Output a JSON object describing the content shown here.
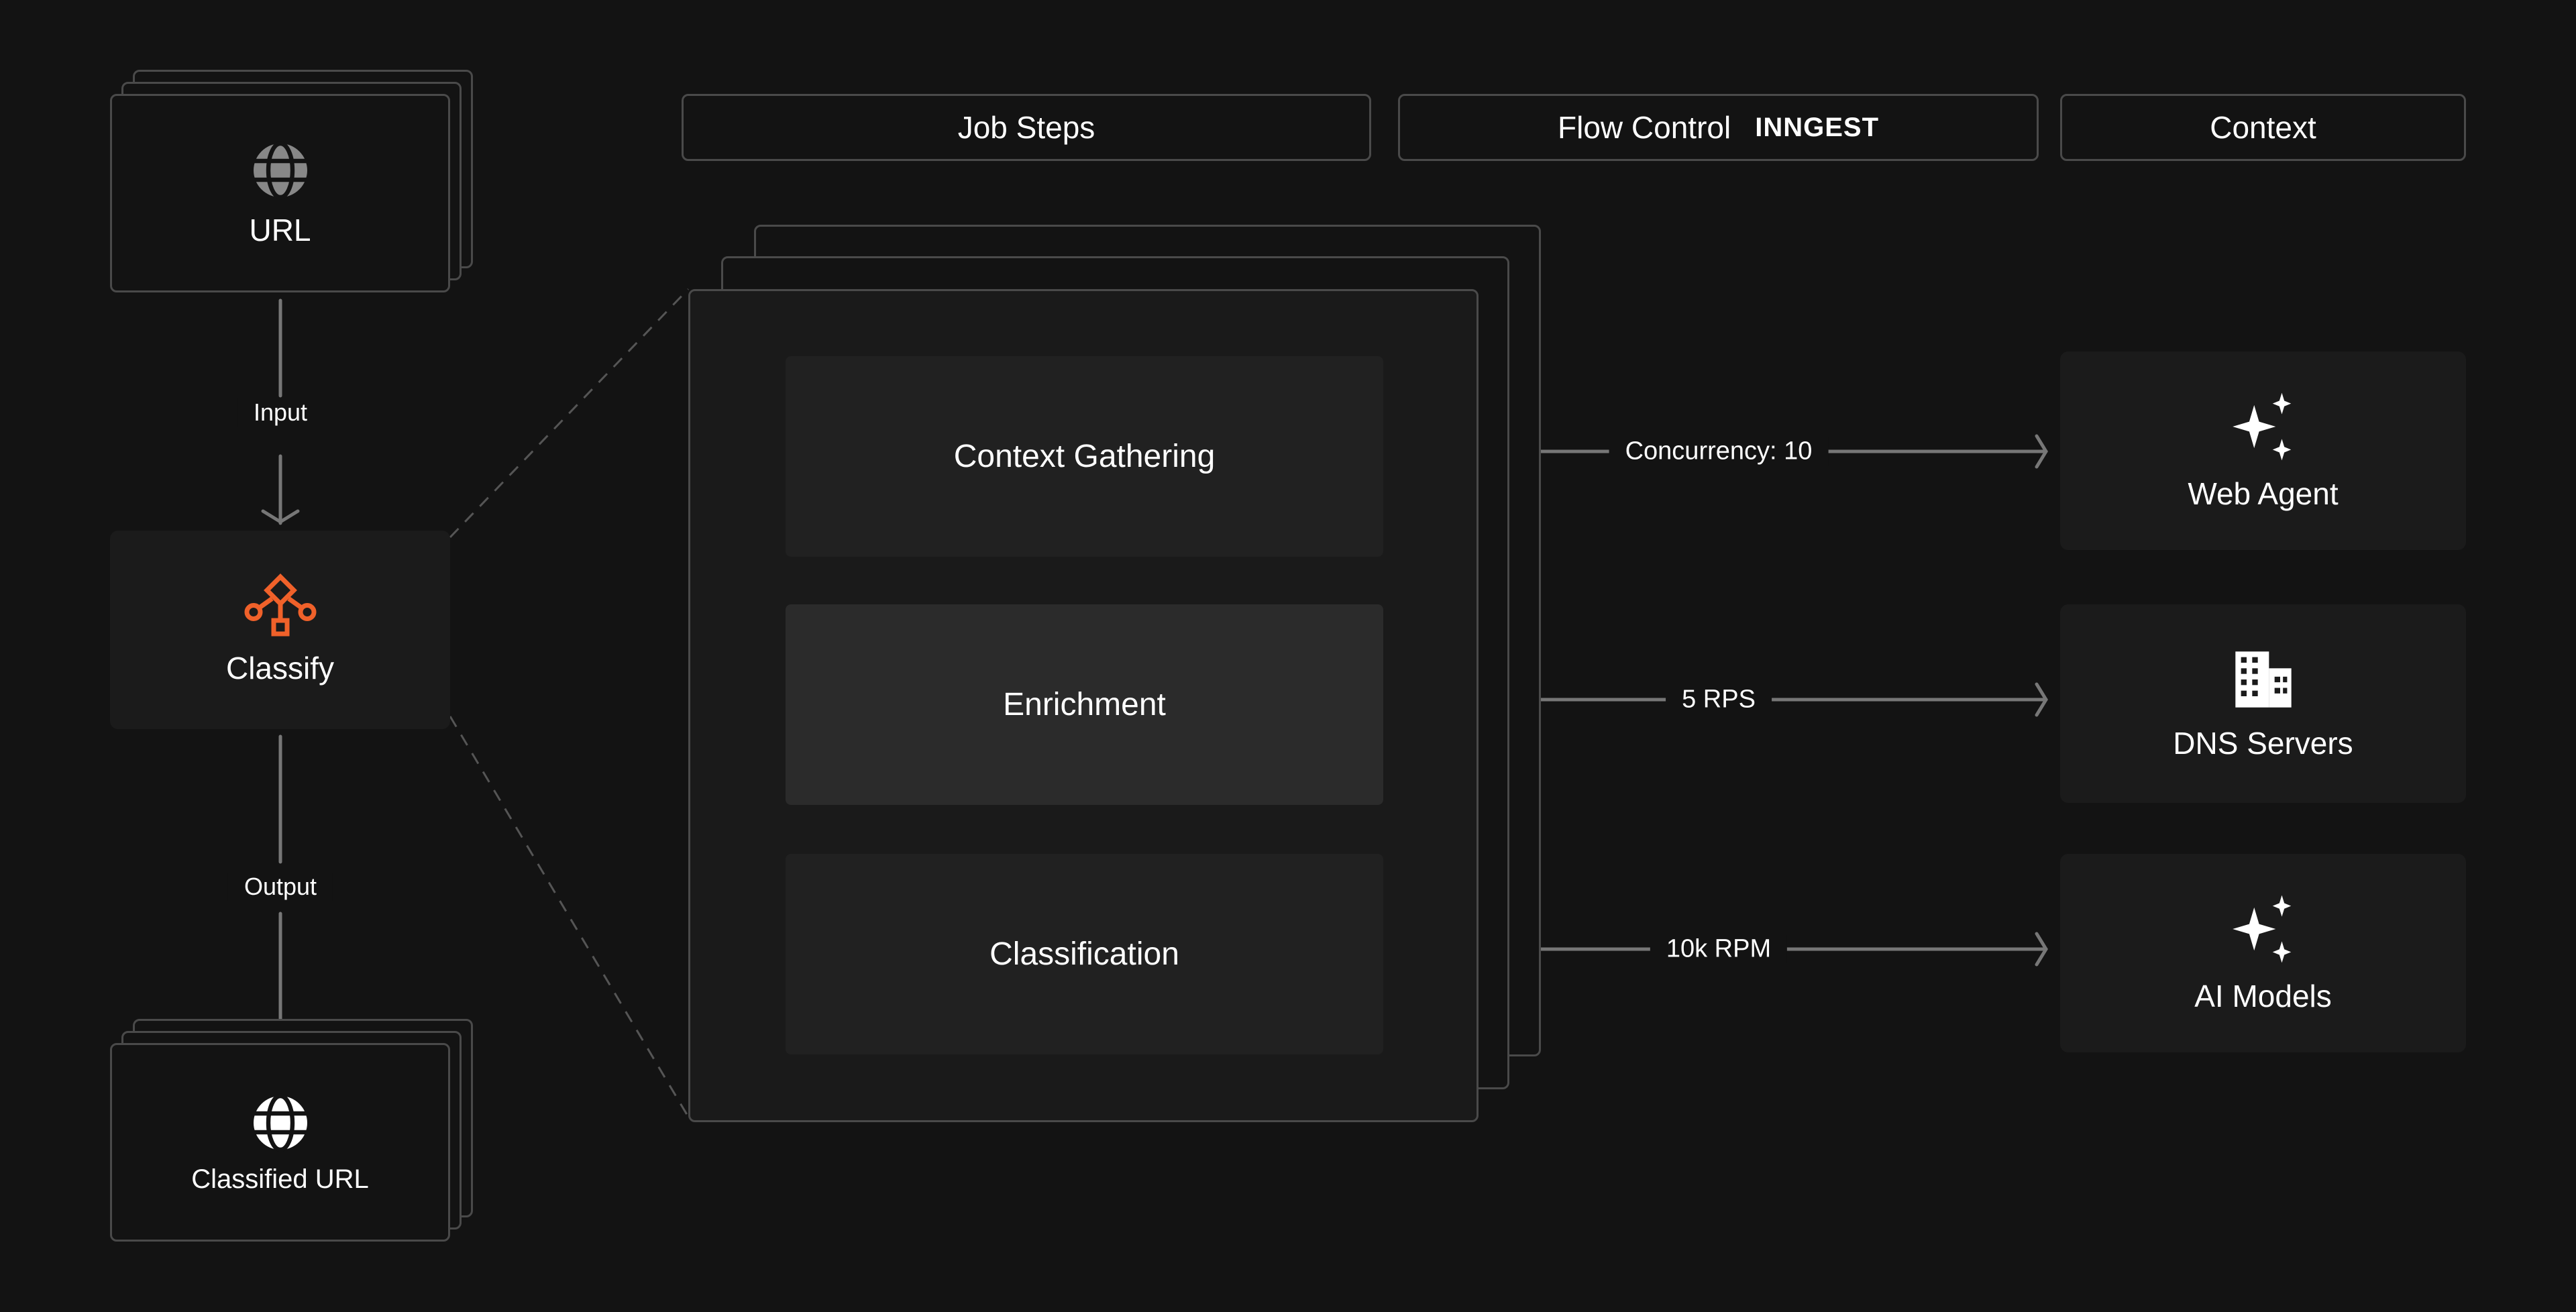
{
  "header": {
    "job_steps": "Job Steps",
    "flow_control": "Flow Control",
    "logo": "INNGEST",
    "context": "Context"
  },
  "pipeline": {
    "input_node": {
      "label": "URL",
      "icon": "globe-icon"
    },
    "input_edge": "Input",
    "process_node": {
      "label": "Classify",
      "icon": "workflow-icon"
    },
    "output_edge": "Output",
    "output_node": {
      "label": "Classified URL",
      "icon": "globe-icon"
    }
  },
  "steps": [
    {
      "label": "Context Gathering",
      "flow": "Concurrency: 10",
      "target": "Web Agent",
      "target_icon": "sparkles-icon"
    },
    {
      "label": "Enrichment",
      "flow": "5 RPS",
      "target": "DNS Servers",
      "target_icon": "building-icon"
    },
    {
      "label": "Classification",
      "flow": "10k RPM",
      "target": "AI Models",
      "target_icon": "sparkles-icon"
    }
  ],
  "colors": {
    "background": "#131313",
    "accent": "#f0612a",
    "card": "#1b1b1b",
    "highlight_step": "#2b2b2b"
  }
}
